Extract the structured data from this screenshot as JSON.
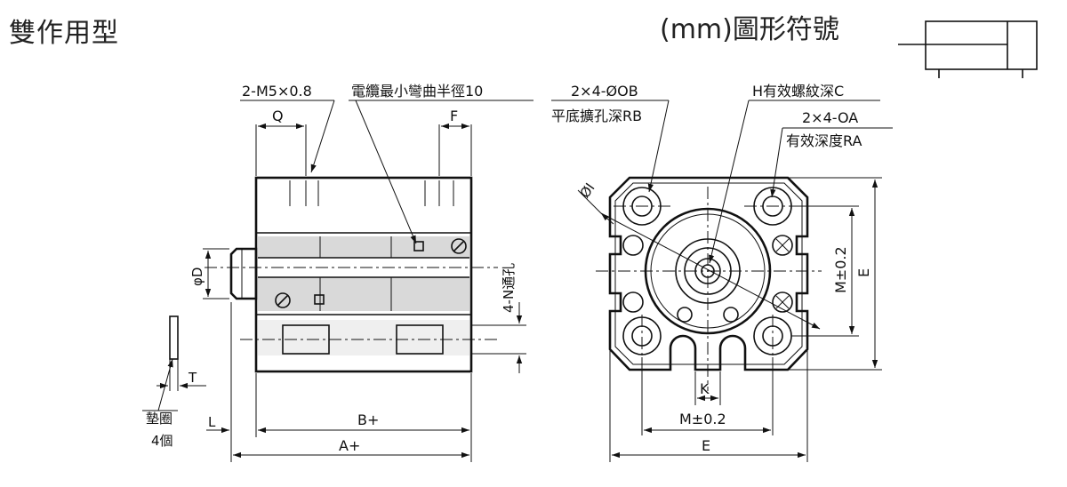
{
  "header": {
    "title_left": "雙作用型",
    "title_right": "(mm)圖形符號"
  },
  "labels": {
    "port": "2-M5×0.8",
    "bend_radius": "電纜最小彎曲半徑10",
    "q": "Q",
    "f": "F",
    "phi_d": "φD",
    "through_hole": "4-N通孔",
    "t": "T",
    "washer": "墊圈",
    "washer_qty": "4個",
    "l": "L",
    "b_plus": "B+",
    "a_plus": "A+",
    "ob": "2×4-ØOB",
    "rb": "平底擴孔深RB",
    "thread": "H有效螺紋深C",
    "oa": "2×4-OA",
    "ra": "有效深度RA",
    "phi_i": "ØI",
    "m_tol_v": "M±0.2",
    "e_v": "E",
    "k": "K",
    "m_tol_h": "M±0.2",
    "e_h": "E"
  }
}
